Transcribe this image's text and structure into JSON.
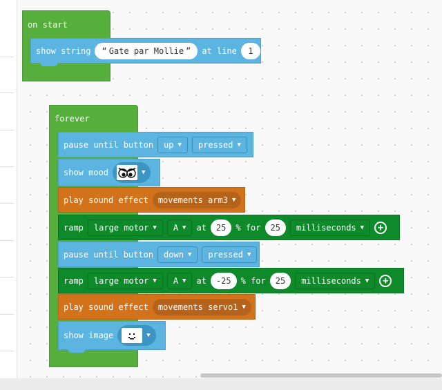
{
  "on_start": {
    "hat_label": "on start",
    "show_string": {
      "label": "show string",
      "text_value": "Gate par Mollie",
      "at_line_label": "at line",
      "line_value": "1"
    }
  },
  "forever": {
    "hat_label": "forever",
    "blocks": [
      {
        "label": "pause until button",
        "button": "up",
        "state": "pressed"
      },
      {
        "label": "show mood",
        "mood_icon": "angry-eyes-icon"
      },
      {
        "label": "play sound effect",
        "effect": "movements arm3"
      },
      {
        "label": "ramp",
        "motor": "large motor",
        "port": "A",
        "at_label": "at",
        "speed": "25",
        "for_label": "% for",
        "duration": "25",
        "unit": "milliseconds"
      },
      {
        "label": "pause until button",
        "button": "down",
        "state": "pressed"
      },
      {
        "label": "ramp",
        "motor": "large motor",
        "port": "A",
        "at_label": "at",
        "speed": "-25",
        "for_label": "% for",
        "duration": "25",
        "unit": "milliseconds"
      },
      {
        "label": "play sound effect",
        "effect": "movements servo1"
      },
      {
        "label": "show image",
        "image_icon": "face-image-icon"
      }
    ]
  },
  "colors": {
    "hat": "#56ae3c",
    "brick": "#5cb4e0",
    "sound": "#d2731c",
    "motor": "#0e8a2a"
  }
}
